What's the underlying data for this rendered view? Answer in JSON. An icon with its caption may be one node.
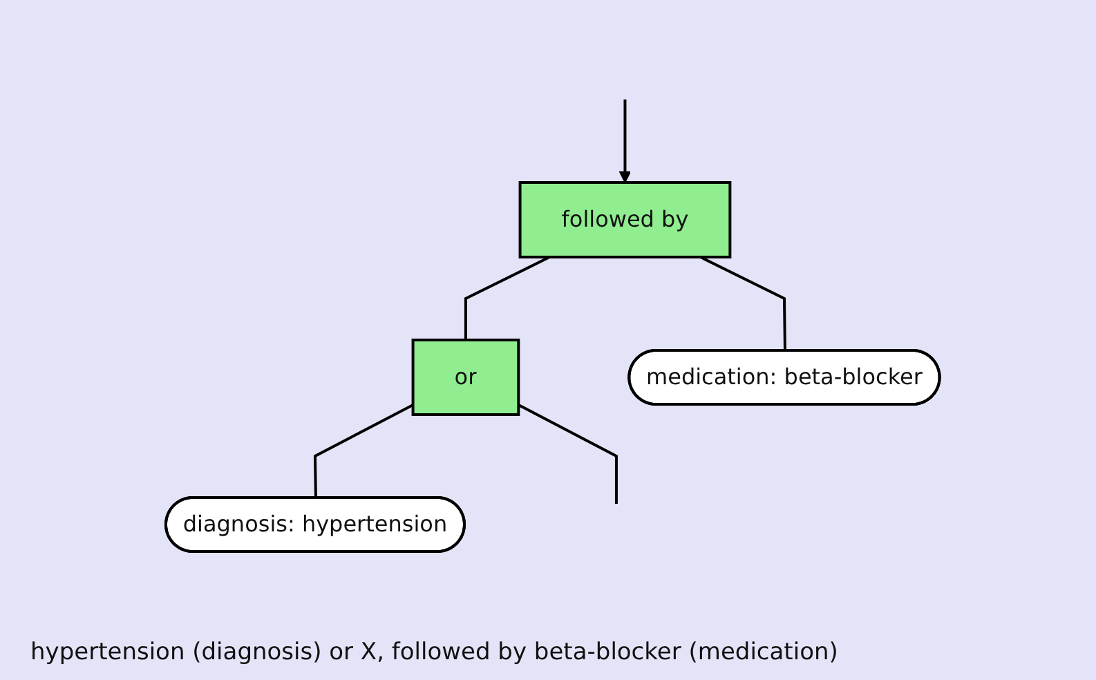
{
  "diagram": {
    "caption": "hypertension (diagnosis) or X, followed by beta-blocker (medication)",
    "nodes": [
      {
        "text": [
          "followed by"
        ]
      },
      {
        "text": [
          "or"
        ]
      },
      {
        "text": [
          "medication: beta-blocker"
        ]
      },
      {
        "text": [
          "diagnosis: hypertension"
        ]
      }
    ],
    "edges": [
      {
        "from": null,
        "to": 0,
        "arrow": "to"
      },
      {
        "from": 0,
        "to": 1,
        "arrow": "none"
      },
      {
        "from": 0,
        "to": 2,
        "arrow": "none"
      },
      {
        "from": 1,
        "to": 3,
        "arrow": "none"
      },
      {
        "from": 1,
        "to": null,
        "arrow": "none"
      }
    ]
  }
}
